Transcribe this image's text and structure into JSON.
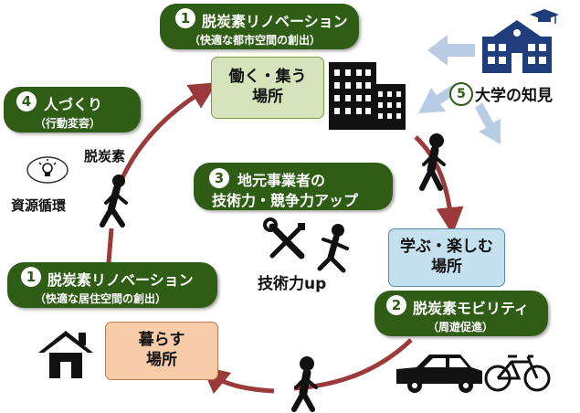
{
  "banners": {
    "top": {
      "num": "1",
      "title": "脱炭素リノベーション",
      "subtitle": "（快適な都市空間の創出）"
    },
    "left": {
      "num": "4",
      "title": "人づくり",
      "subtitle": "（行動変容）"
    },
    "center": {
      "num": "3",
      "title": "地元事業者の",
      "subtitle": "技術力・競争力アップ"
    },
    "bottom_left": {
      "num": "1",
      "title": "脱炭素リノベーション",
      "subtitle": "（快適な居住空間の創出）"
    },
    "right": {
      "num": "2",
      "title": "脱炭素モビリティ",
      "subtitle": "（周遊促進）"
    }
  },
  "places": {
    "work": {
      "line1": "働く・集う",
      "line2": "場所",
      "fill": "#d6e4bc"
    },
    "learn": {
      "line1": "学ぶ・楽しむ",
      "line2": "場所",
      "fill": "#c5e0ee"
    },
    "live": {
      "line1": "暮らす",
      "line2": "場所",
      "fill": "#f8cba9"
    }
  },
  "labels": {
    "decarbon": "脱炭素",
    "resource": "資源循環",
    "tech_up": "技術力up",
    "university_num": "5",
    "university": "大学の知見"
  },
  "icons": [
    "city-buildings-icon",
    "school-icon",
    "graduation-cap-icon",
    "lightbulb-icon",
    "walking-person-icon",
    "tools-icon",
    "running-person-icon",
    "house-icon",
    "car-icon",
    "bicycle-icon"
  ],
  "colors": {
    "banner": "#2f5d16",
    "cycle_arrow": "#9a3a3a",
    "knowledge_arrow": "#b8cce4",
    "icon": "#1f3d7a"
  }
}
